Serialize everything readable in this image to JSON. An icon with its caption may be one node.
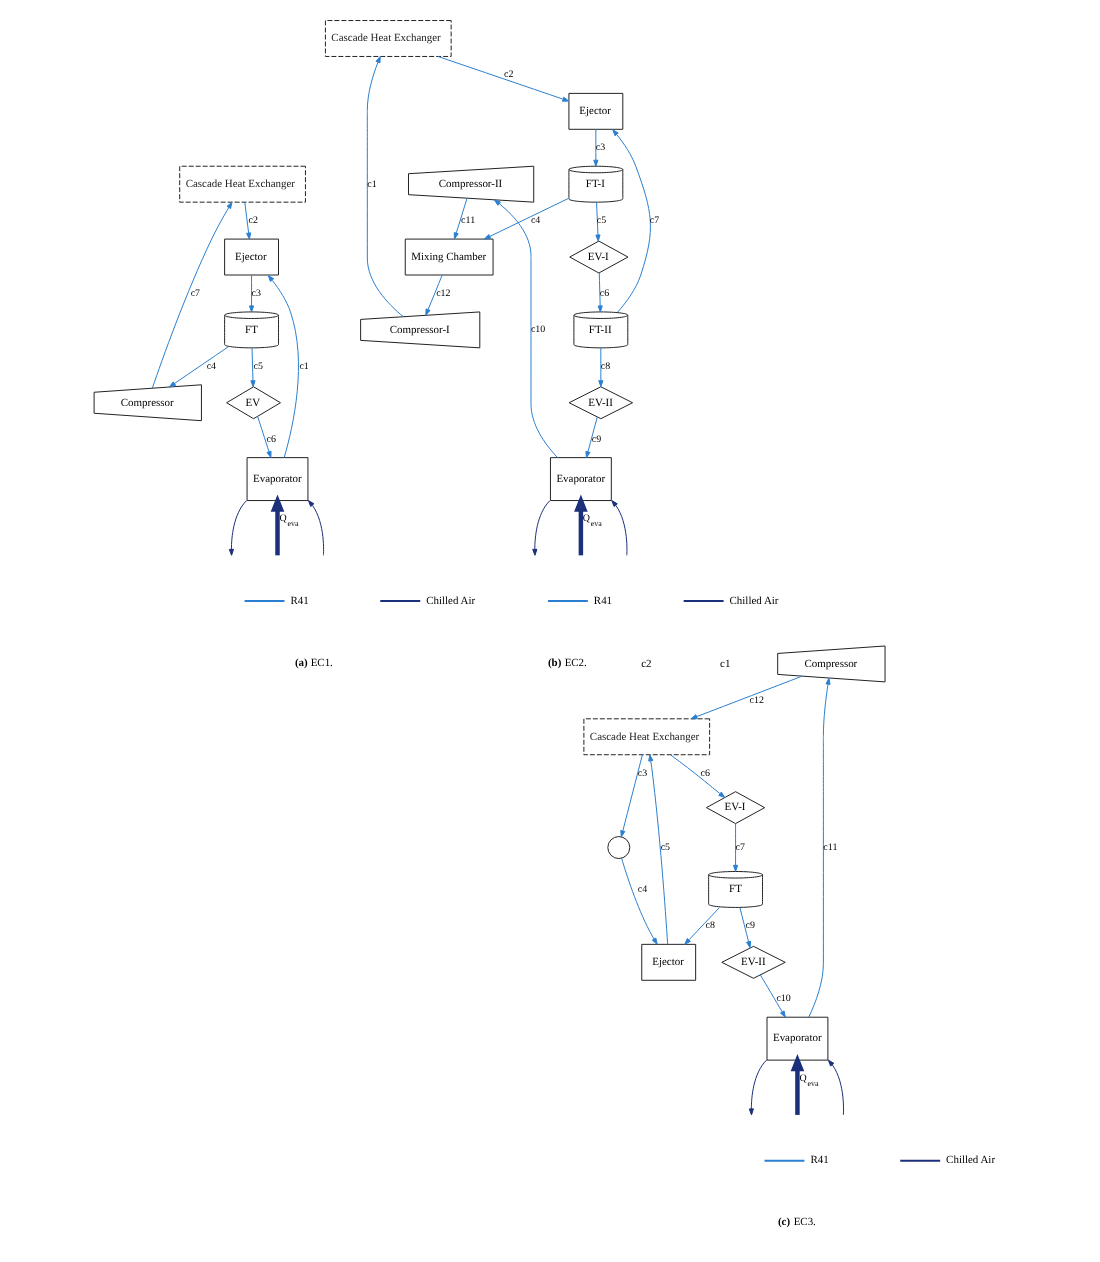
{
  "diagram": {
    "nodes": [
      {
        "text": [
          "Cascade Heat Exchanger"
        ]
      },
      {
        "text": [
          "Compressor"
        ]
      },
      {
        "text": [
          "Ejector"
        ]
      },
      {
        "text": [
          "FT"
        ]
      },
      {
        "text": [
          "EV"
        ]
      },
      {
        "text": [
          "Evaporator"
        ]
      },
      {
        "text": [
          "Cascade Heat Exchanger"
        ]
      },
      {
        "text": [
          "Compressor-I"
        ]
      },
      {
        "text": [
          "Ejector"
        ]
      },
      {
        "text": [
          "FT-I"
        ]
      },
      {
        "text": [
          "EV-I"
        ]
      },
      {
        "text": [
          "FT-II"
        ]
      },
      {
        "text": [
          "EV-II"
        ]
      },
      {
        "text": [
          "Evaporator"
        ]
      },
      {
        "text": [
          "Mixing Chamber"
        ]
      },
      {
        "text": [
          "Compressor-II"
        ]
      },
      {
        "text": [
          "Cascade Heat Exchanger"
        ]
      },
      {
        "text": [],
        "shape": "circle"
      },
      {
        "text": [
          "EV-I"
        ]
      },
      {
        "text": [
          "Ejector"
        ]
      },
      {
        "text": [
          "FT"
        ]
      },
      {
        "text": [
          "EV-II"
        ]
      },
      {
        "text": [
          "Evaporator"
        ]
      },
      {
        "text": [
          "Compressor"
        ]
      }
    ],
    "edges": [
      {
        "from": 0,
        "to": 2,
        "arrow": "to",
        "label": "c2"
      },
      {
        "from": 1,
        "to": 0,
        "arrow": "to",
        "label": "c7"
      },
      {
        "from": 3,
        "to": 1,
        "arrow": "to",
        "label": "c4"
      },
      {
        "from": 2,
        "to": 3,
        "arrow": "to",
        "label": "c3"
      },
      {
        "from": 3,
        "to": 4,
        "arrow": "to",
        "label": "c5"
      },
      {
        "from": 4,
        "to": 5,
        "arrow": "to",
        "label": "c6"
      },
      {
        "from": 5,
        "to": 2,
        "arrow": "to",
        "label": "c1"
      },
      {
        "from": 5,
        "to": null,
        "arrow": "to",
        "color": "#1b2f7a"
      },
      {
        "from": null,
        "to": 5,
        "arrow": "to",
        "color": "#1b2f7a"
      },
      {
        "from": null,
        "to": 5,
        "arrow": "to",
        "label": "Q$_{eva}$",
        "style": "thick",
        "color": "#1b2f7a"
      },
      {
        "from": 7,
        "to": 6,
        "arrow": "to",
        "label": "c1"
      },
      {
        "from": 6,
        "to": 8,
        "arrow": "to",
        "label": "c2"
      },
      {
        "from": 8,
        "to": 9,
        "arrow": "to",
        "label": "c3"
      },
      {
        "from": 9,
        "to": 14,
        "arrow": "to",
        "label": "c4"
      },
      {
        "from": 9,
        "to": 10,
        "arrow": "to",
        "label": "c5"
      },
      {
        "from": 10,
        "to": 11,
        "arrow": "to",
        "label": "c6"
      },
      {
        "from": 11,
        "to": 8,
        "arrow": "to",
        "label": "c7"
      },
      {
        "from": 11,
        "to": 12,
        "arrow": "to",
        "label": "c8"
      },
      {
        "from": 12,
        "to": 13,
        "arrow": "to",
        "label": "c9"
      },
      {
        "from": 13,
        "to": 15,
        "arrow": "to",
        "label": "c10"
      },
      {
        "from": 15,
        "to": 14,
        "arrow": "to",
        "label": "c11"
      },
      {
        "from": 14,
        "to": 7,
        "arrow": "to",
        "label": "c12"
      },
      {
        "from": 13,
        "to": null,
        "arrow": "to",
        "color": "#1b2f7a"
      },
      {
        "from": null,
        "to": 13,
        "arrow": "to",
        "color": "#1b2f7a"
      },
      {
        "from": null,
        "to": 13,
        "arrow": "to",
        "label": "Q$_{eva}$",
        "style": "thick",
        "color": "#1b2f7a"
      },
      {
        "from": 16,
        "to": 18,
        "arrow": "to",
        "label": "c6"
      },
      {
        "from": 16,
        "to": 17,
        "arrow": "to",
        "label": "c3"
      },
      {
        "from": 17,
        "to": 19,
        "arrow": "to",
        "label": "c4"
      },
      {
        "from": 18,
        "to": 20,
        "arrow": "to",
        "label": "c7"
      },
      {
        "from": 20,
        "to": 19,
        "arrow": "to",
        "label": "c8"
      },
      {
        "from": 20,
        "to": 21,
        "arrow": "to",
        "label": "c9"
      },
      {
        "from": 21,
        "to": 22,
        "arrow": "to",
        "label": "c10"
      },
      {
        "from": 22,
        "to": 23,
        "arrow": "to",
        "label": "c11"
      },
      {
        "from": 23,
        "to": 16,
        "arrow": "to",
        "label": "c12"
      },
      {
        "from": 19,
        "to": 16,
        "arrow": "to",
        "label": "c5"
      },
      {
        "from": 22,
        "to": null,
        "arrow": "to",
        "color": "#1b2f7a"
      },
      {
        "from": null,
        "to": 22,
        "arrow": "to",
        "color": "#1b2f7a"
      },
      {
        "from": null,
        "to": 22,
        "arrow": "to",
        "label": "Q$_{eva}$",
        "style": "thick",
        "color": "#1b2f7a"
      }
    ],
    "labels": [
      "**(a)** EC1.",
      "**(b)** EC2.",
      "c2",
      "c1",
      "**(c)** EC3."
    ],
    "legend": [
      {
        "text": "R41"
      },
      {
        "text": "Chilled Air"
      },
      {
        "text": "R41"
      },
      {
        "text": "Chilled Air"
      },
      {
        "text": "R41"
      },
      {
        "text": "Chilled Air"
      }
    ]
  }
}
